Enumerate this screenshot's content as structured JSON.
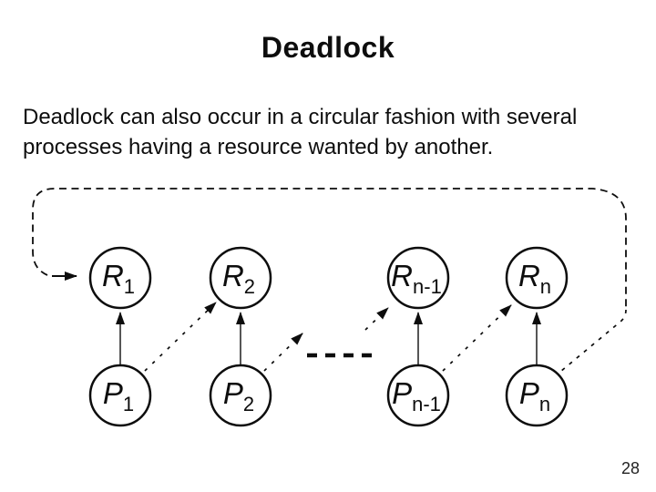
{
  "slide": {
    "title": "Deadlock",
    "body_lines": [
      "Deadlock can also occur in a circular fashion with several",
      "processes having a resource wanted by another."
    ],
    "page_number": "28"
  },
  "diagram": {
    "colors": {
      "stroke": "#0d0d0d",
      "background": "#ffffff"
    },
    "nodes": [
      {
        "id": "R1",
        "main": "R",
        "sub": "1"
      },
      {
        "id": "R2",
        "main": "R",
        "sub": "2"
      },
      {
        "id": "Rn-1",
        "main": "R",
        "sub": "n-1"
      },
      {
        "id": "Rn",
        "main": "R",
        "sub": "n"
      },
      {
        "id": "P1",
        "main": "P",
        "sub": "1"
      },
      {
        "id": "P2",
        "main": "P",
        "sub": "2"
      },
      {
        "id": "Pn-1",
        "main": "P",
        "sub": "n-1"
      },
      {
        "id": "Pn",
        "main": "P",
        "sub": "n"
      }
    ],
    "edges": [
      {
        "from": "P1",
        "to": "R1",
        "style": "solid"
      },
      {
        "from": "P2",
        "to": "R2",
        "style": "solid"
      },
      {
        "from": "Pn-1",
        "to": "Rn-1",
        "style": "solid"
      },
      {
        "from": "Pn",
        "to": "Rn",
        "style": "solid"
      },
      {
        "from": "P1",
        "to": "R2",
        "style": "dashed"
      },
      {
        "from": "P2",
        "to": "Rn-1",
        "style": "dashed",
        "via_ellipsis": true
      },
      {
        "from": "Pn-1",
        "to": "Rn",
        "style": "dashed"
      },
      {
        "from": "Pn",
        "to": "R1",
        "style": "dashed",
        "loops_around_border": true
      }
    ]
  }
}
